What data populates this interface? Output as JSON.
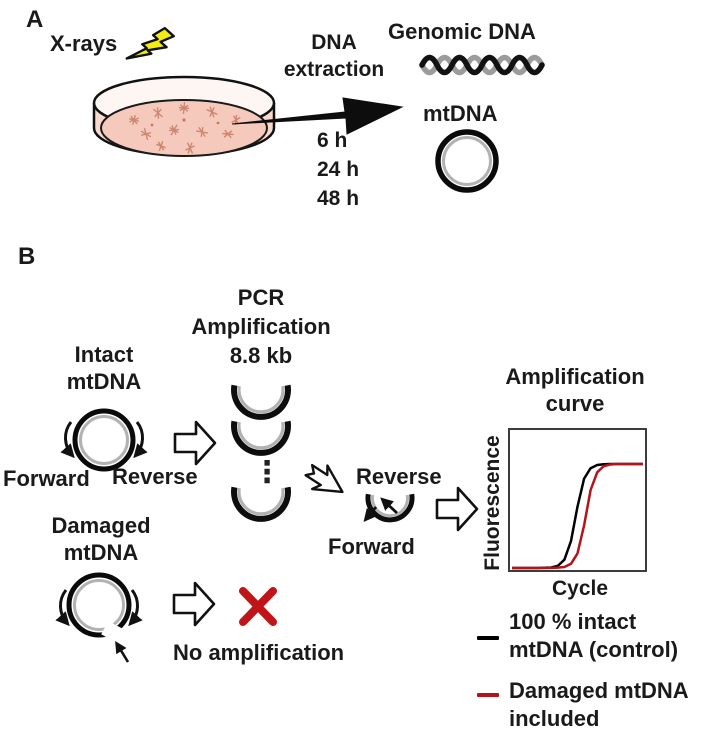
{
  "panel_a": {
    "label": "A",
    "xrays_label": "X-rays",
    "extraction_label": [
      "DNA",
      "extraction"
    ],
    "timepoints": [
      "6 h",
      "24 h",
      "48 h"
    ],
    "genomic_dna_label": "Genomic DNA",
    "mtdna_label": "mtDNA"
  },
  "panel_b": {
    "label": "B",
    "pcr_label": [
      "PCR",
      "Amplification",
      "8.8 kb"
    ],
    "intact_label": [
      "Intact",
      "mtDNA"
    ],
    "forward_label": "Forward",
    "reverse_label": "Reverse",
    "mid_reverse_label": "Reverse",
    "mid_forward_label": "Forward",
    "damaged_label": [
      "Damaged",
      "mtDNA"
    ],
    "no_amplification_label": "No amplification"
  },
  "chart_data": {
    "type": "line",
    "title": "Amplification curve",
    "title_lines": [
      "Amplification",
      "curve"
    ],
    "xlabel": "Cycle",
    "ylabel": "Fluorescence",
    "x_range": [
      0,
      40
    ],
    "y_range": [
      0,
      1.05
    ],
    "ticks": "none (schematic qPCR amplification plot, no numeric ticks shown)",
    "grid": false,
    "series": [
      {
        "name": "100 % intact mtDNA (control)",
        "color": "#000000",
        "x": [
          0,
          2,
          4,
          6,
          8,
          10,
          12,
          14,
          16,
          18,
          20,
          22,
          24,
          26,
          28,
          30,
          32,
          34,
          36,
          38,
          40
        ],
        "y": [
          0,
          0,
          0,
          0,
          0,
          0.002,
          0.005,
          0.02,
          0.08,
          0.26,
          0.59,
          0.86,
          0.96,
          0.99,
          0.998,
          1,
          1,
          1,
          1,
          1,
          1
        ]
      },
      {
        "name": "Damaged mtDNA included",
        "color": "#b3141c",
        "x": [
          0,
          2,
          4,
          6,
          8,
          10,
          12,
          14,
          16,
          18,
          20,
          22,
          24,
          26,
          28,
          30,
          32,
          34,
          36,
          38,
          40
        ],
        "y": [
          0,
          0,
          0,
          0,
          0,
          0,
          0.001,
          0.004,
          0.01,
          0.04,
          0.14,
          0.41,
          0.75,
          0.92,
          0.98,
          0.995,
          1,
          1,
          1,
          1,
          1
        ]
      }
    ],
    "legend_position": "below-right"
  },
  "legend": {
    "items": [
      {
        "lines": [
          "100 % intact",
          "mtDNA (control)"
        ],
        "color": "#000000"
      },
      {
        "lines": [
          "Damaged mtDNA",
          "included"
        ],
        "color": "#b3141c"
      }
    ]
  },
  "icons": {
    "vertical_ellipsis": "⋮",
    "lightning_bolt": "polygon (yellow bolt)",
    "red_cross": "✕"
  },
  "colors": {
    "accent_red": "#c01418",
    "strand_gray": "#b2b2b2",
    "bolt_yellow": "#f3ec13",
    "dish_pink": "#f5cabc"
  }
}
